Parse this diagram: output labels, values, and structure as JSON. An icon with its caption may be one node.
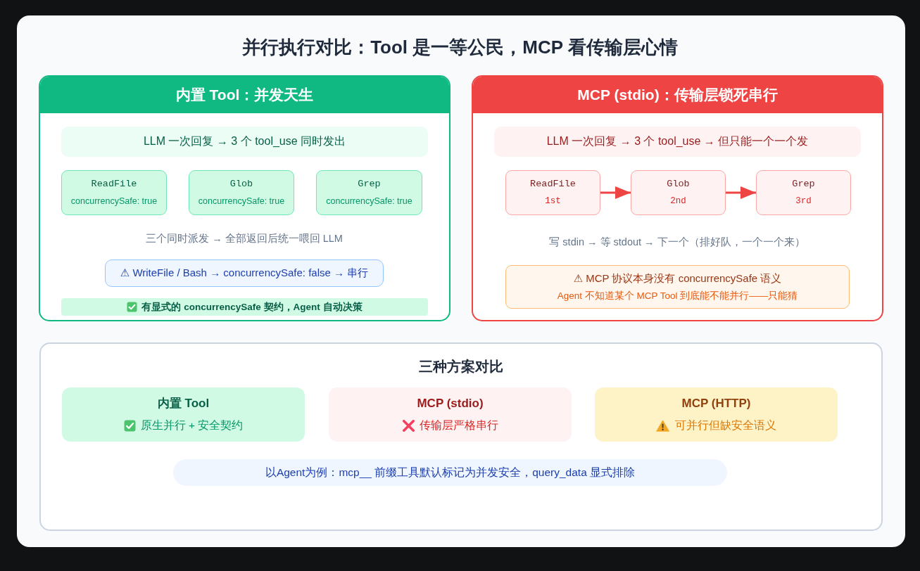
{
  "diagram": {
    "title": "并行执行对比：Tool 是一等公民，MCP 看传输层心情",
    "nodes": [
      {
        "text": [
          "内置 Tool：并发天生"
        ]
      },
      {
        "text": [
          "LLM 一次回复 → 3 个 tool_use 同时发出"
        ],
        "in": 0
      },
      {
        "text": [
          "ReadFile",
          "concurrencySafe: true"
        ],
        "in": 0
      },
      {
        "text": [
          "Glob",
          "concurrencySafe: true"
        ],
        "in": 0
      },
      {
        "text": [
          "Grep",
          "concurrencySafe: true"
        ],
        "in": 0
      },
      {
        "text": [
          "⚠ WriteFile / Bash → concurrencySafe: false → 串行"
        ],
        "in": 0
      },
      {
        "text": [
          "有显式的 concurrencySafe 契约，Agent 自动决策"
        ],
        "in": 0
      },
      {
        "text": [
          "MCP (stdio)：传输层锁死串行"
        ]
      },
      {
        "text": [
          "LLM 一次回复 → 3 个 tool_use → 但只能一个一个发"
        ],
        "in": 7
      },
      {
        "text": [
          "ReadFile",
          "1st"
        ],
        "in": 7
      },
      {
        "text": [
          "Glob",
          "2nd"
        ],
        "in": 7
      },
      {
        "text": [
          "Grep",
          "3rd"
        ],
        "in": 7
      },
      {
        "text": [
          "⚠ MCP 协议本身没有 concurrencySafe 语义",
          "Agent 不知道某个 MCP Tool 到底能不能并行——只能猜"
        ],
        "in": 7
      },
      {
        "text": [
          "三种方案对比"
        ]
      },
      {
        "text": [
          "内置 Tool",
          "原生并行 + 安全契约"
        ],
        "in": 13
      },
      {
        "text": [
          "MCP (stdio)",
          "传输层严格串行"
        ],
        "in": 13
      },
      {
        "text": [
          "MCP (HTTP)",
          "可并行但缺安全语义"
        ],
        "in": 13
      },
      {
        "text": [
          "以Agent为例：mcp__ 前缀工具默认标记为并发安全，query_data 显式排除"
        ],
        "in": 13
      }
    ],
    "edges": [
      {
        "from": 9,
        "to": 10,
        "arrow": "to"
      },
      {
        "from": 10,
        "to": 11,
        "arrow": "to"
      }
    ],
    "labels": [
      "三个同时派发 → 全部返回后统一喂回 LLM",
      "写 stdin → 等 stdout → 下一个（排好队，一个一个来）"
    ]
  }
}
